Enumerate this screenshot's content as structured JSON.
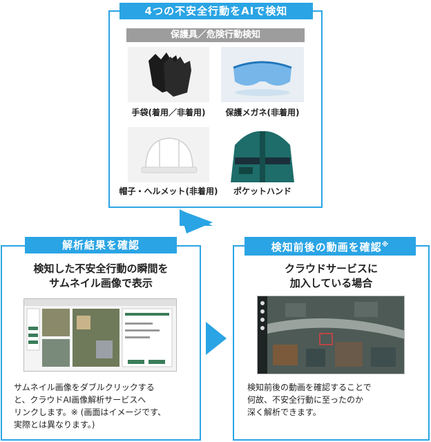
{
  "top": {
    "header": "4つの不安全行動をAIで検知",
    "subheader": "保護具／危険行動検知",
    "items": [
      {
        "label": "手袋(着用／非着用)"
      },
      {
        "label": "保護メガネ(非着用)"
      },
      {
        "label": "帽子・ヘルメット(非着用)"
      },
      {
        "label": "ポケットハンド"
      }
    ]
  },
  "left": {
    "header": "解析結果を確認",
    "title": [
      "検知した不安全行動の瞬間を",
      "サムネイル画像で表示"
    ],
    "body": [
      "サムネイル画像をダブルクリックする",
      "と、クラウドAI画像解析サービスへ",
      "リンクします。※ (画面はイメージです、",
      "実際とは異なります。)"
    ]
  },
  "right": {
    "header": "検知前後の動画を確認",
    "header_mark": "※",
    "title": [
      "クラウドサービスに",
      "加入している場合"
    ],
    "body": [
      "検知前後の動画を確認することで",
      "何故、不安全行動に至ったのか",
      "深く解析できます。"
    ]
  },
  "colors": {
    "accent": "#2aa4e4",
    "subheader": "#9d9d9d"
  }
}
